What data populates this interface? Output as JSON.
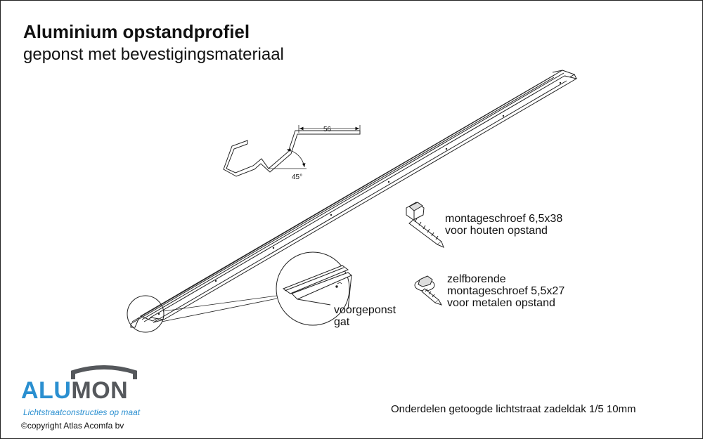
{
  "header": {
    "title": "Aluminium opstandprofiel",
    "subtitle": "geponst met bevestigingsmateriaal"
  },
  "profile_section": {
    "dimension": "56",
    "angle": "45°"
  },
  "screw_wood": {
    "line1": "montageschroef 6,5x38",
    "line2": "voor houten opstand"
  },
  "screw_metal": {
    "line1": "zelfborende",
    "line2": "montageschroef 5,5x27",
    "line3": "voor metalen opstand"
  },
  "detail": {
    "line1": "voorgeponst",
    "line2": "gat"
  },
  "logo": {
    "part1": "ALU",
    "part2": "MON",
    "tagline": "Lichtstraatconstructies op maat",
    "brand_blue": "#2a8fd0",
    "brand_grey": "#55585c"
  },
  "footer": {
    "copyright": "©copyright Atlas Acomfa bv",
    "caption": "Onderdelen getoogde lichtstraat zadeldak 1/5 10mm"
  }
}
